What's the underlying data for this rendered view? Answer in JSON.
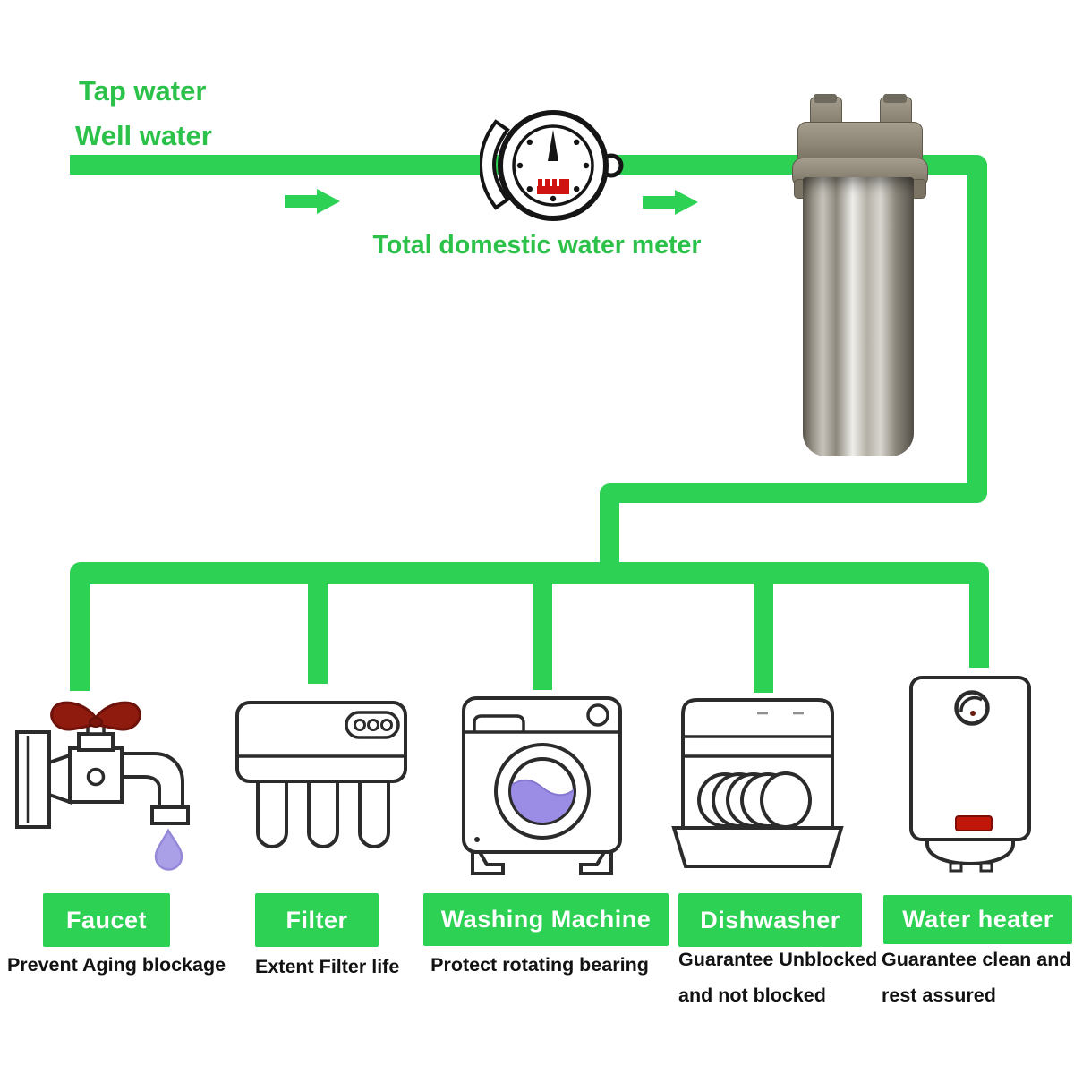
{
  "colors": {
    "pipe_green": "#2dd153",
    "label_box_green": "#2dd153",
    "text_green": "#2cc24a",
    "faucet_handle_red": "#8f1a0e",
    "meter_lcd_red": "#cf1310",
    "heater_indicator_red": "#c0170a",
    "washer_water_purple": "#9b8de6",
    "drop_purple": "#aaa0e8"
  },
  "sources": {
    "tap_label": "Tap water",
    "well_label": "Well water"
  },
  "meter": {
    "label": "Total domestic water meter"
  },
  "appliances": [
    {
      "name": "faucet",
      "label": "Faucet",
      "desc_line1": "Prevent Aging blockage",
      "desc_line2": ""
    },
    {
      "name": "filter",
      "label": "Filter",
      "desc_line1": "Extent Filter life",
      "desc_line2": ""
    },
    {
      "name": "washing-machine",
      "label": "Washing Machine",
      "desc_line1": "Protect rotating bearing",
      "desc_line2": ""
    },
    {
      "name": "dishwasher",
      "label": "Dishwasher",
      "desc_line1": "Guarantee Unblocked",
      "desc_line2": "and not blocked"
    },
    {
      "name": "water-heater",
      "label": "Water heater",
      "desc_line1": "Guarantee clean and",
      "desc_line2": "rest assured"
    }
  ]
}
